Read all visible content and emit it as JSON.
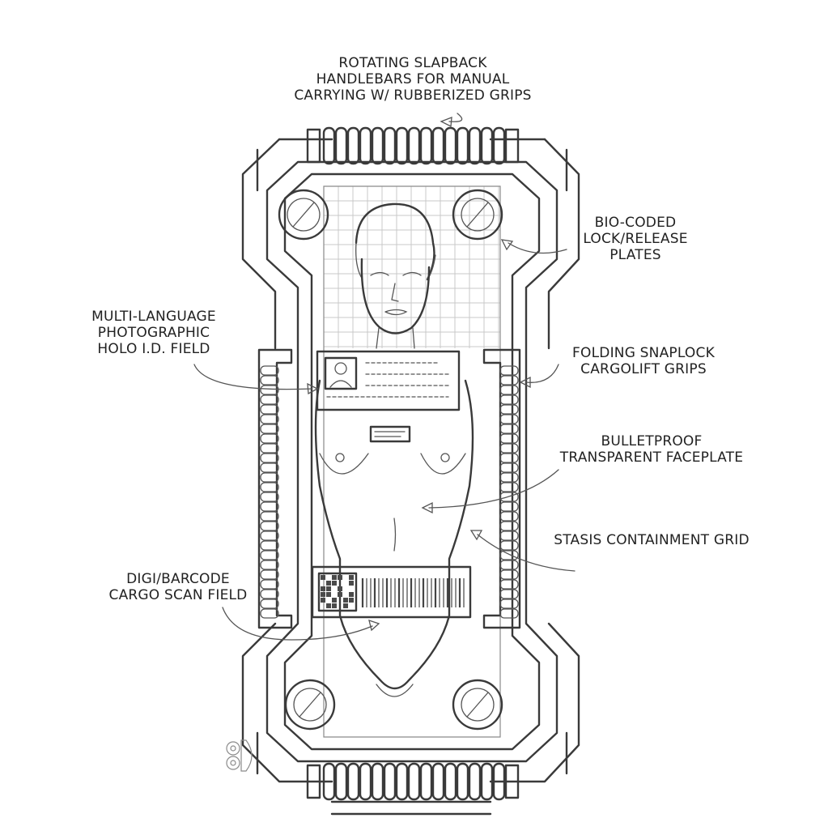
{
  "labels": {
    "handlebars": [
      "ROTATING SLAPBACK",
      "HANDLEBARS FOR MANUAL",
      "CARRYING W/ RUBBERIZED GRIPS"
    ],
    "biocoded": [
      "BIO-CODED",
      "LOCK/RELEASE",
      "PLATES"
    ],
    "holo_id": [
      "MULTI-LANGUAGE",
      "PHOTOGRAPHIC",
      "HOLO I.D. FIELD"
    ],
    "snaplock": [
      "FOLDING SNAPLOCK",
      "CARGOLIFT GRIPS"
    ],
    "faceplate": [
      "BULLETPROOF",
      "TRANSPARENT FACEPLATE"
    ],
    "stasis": [
      "STASIS CONTAINMENT GRID"
    ],
    "barcode": [
      "DIGI/BARCODE",
      "CARGO SCAN FIELD"
    ]
  },
  "signature": "DD monogram",
  "colors": {
    "ink": "#3a3a3a",
    "grid": "#c9c9c9",
    "paper": "#ffffff"
  }
}
